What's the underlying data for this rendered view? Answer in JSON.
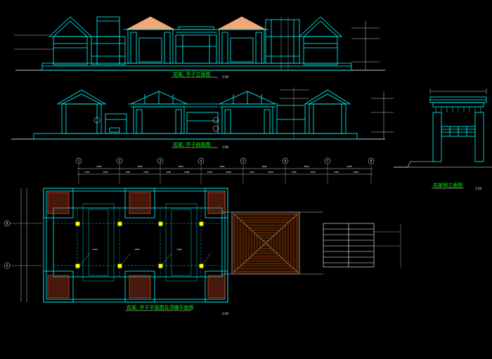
{
  "drawing": {
    "colors": {
      "background": "#000000",
      "outline": "#00ffff",
      "roof_fill": "#f0a878",
      "title": "#00ff00",
      "dimension": "#ffffff",
      "axis_bubble": "#ffffff",
      "ground": "#ffffff",
      "planter": "#cc4422",
      "column": "#ffff00",
      "hatch": "#ff6600"
    },
    "views": {
      "front_elevation": {
        "title": "花架, 亭子立面图",
        "scale": "1:50"
      },
      "section": {
        "title": "花架, 亭子剖面图",
        "scale": "1:50"
      },
      "side_elevation": {
        "title": "花架侧立面图",
        "scale": "1:50"
      },
      "plan": {
        "title": "花架, 亭子平面图及顶棚平面图",
        "scale": "1:50"
      }
    },
    "axes": {
      "columns": [
        "1",
        "2",
        "3",
        "4",
        "5",
        "6",
        "7",
        "8"
      ],
      "rows": [
        "B",
        "A"
      ]
    },
    "dimensions": {
      "top_row": [
        "3600",
        "3600",
        "3600",
        "3600",
        "3600",
        "3600",
        "3600"
      ],
      "sub_row": [
        "1200",
        "2400",
        "1200",
        "2400",
        "1200",
        "2400",
        "1200",
        "2400",
        "1200",
        "2400",
        "1200",
        "2400",
        "1200",
        "2400"
      ],
      "bay_labels": [
        "2260",
        "1850",
        "2260"
      ]
    }
  }
}
